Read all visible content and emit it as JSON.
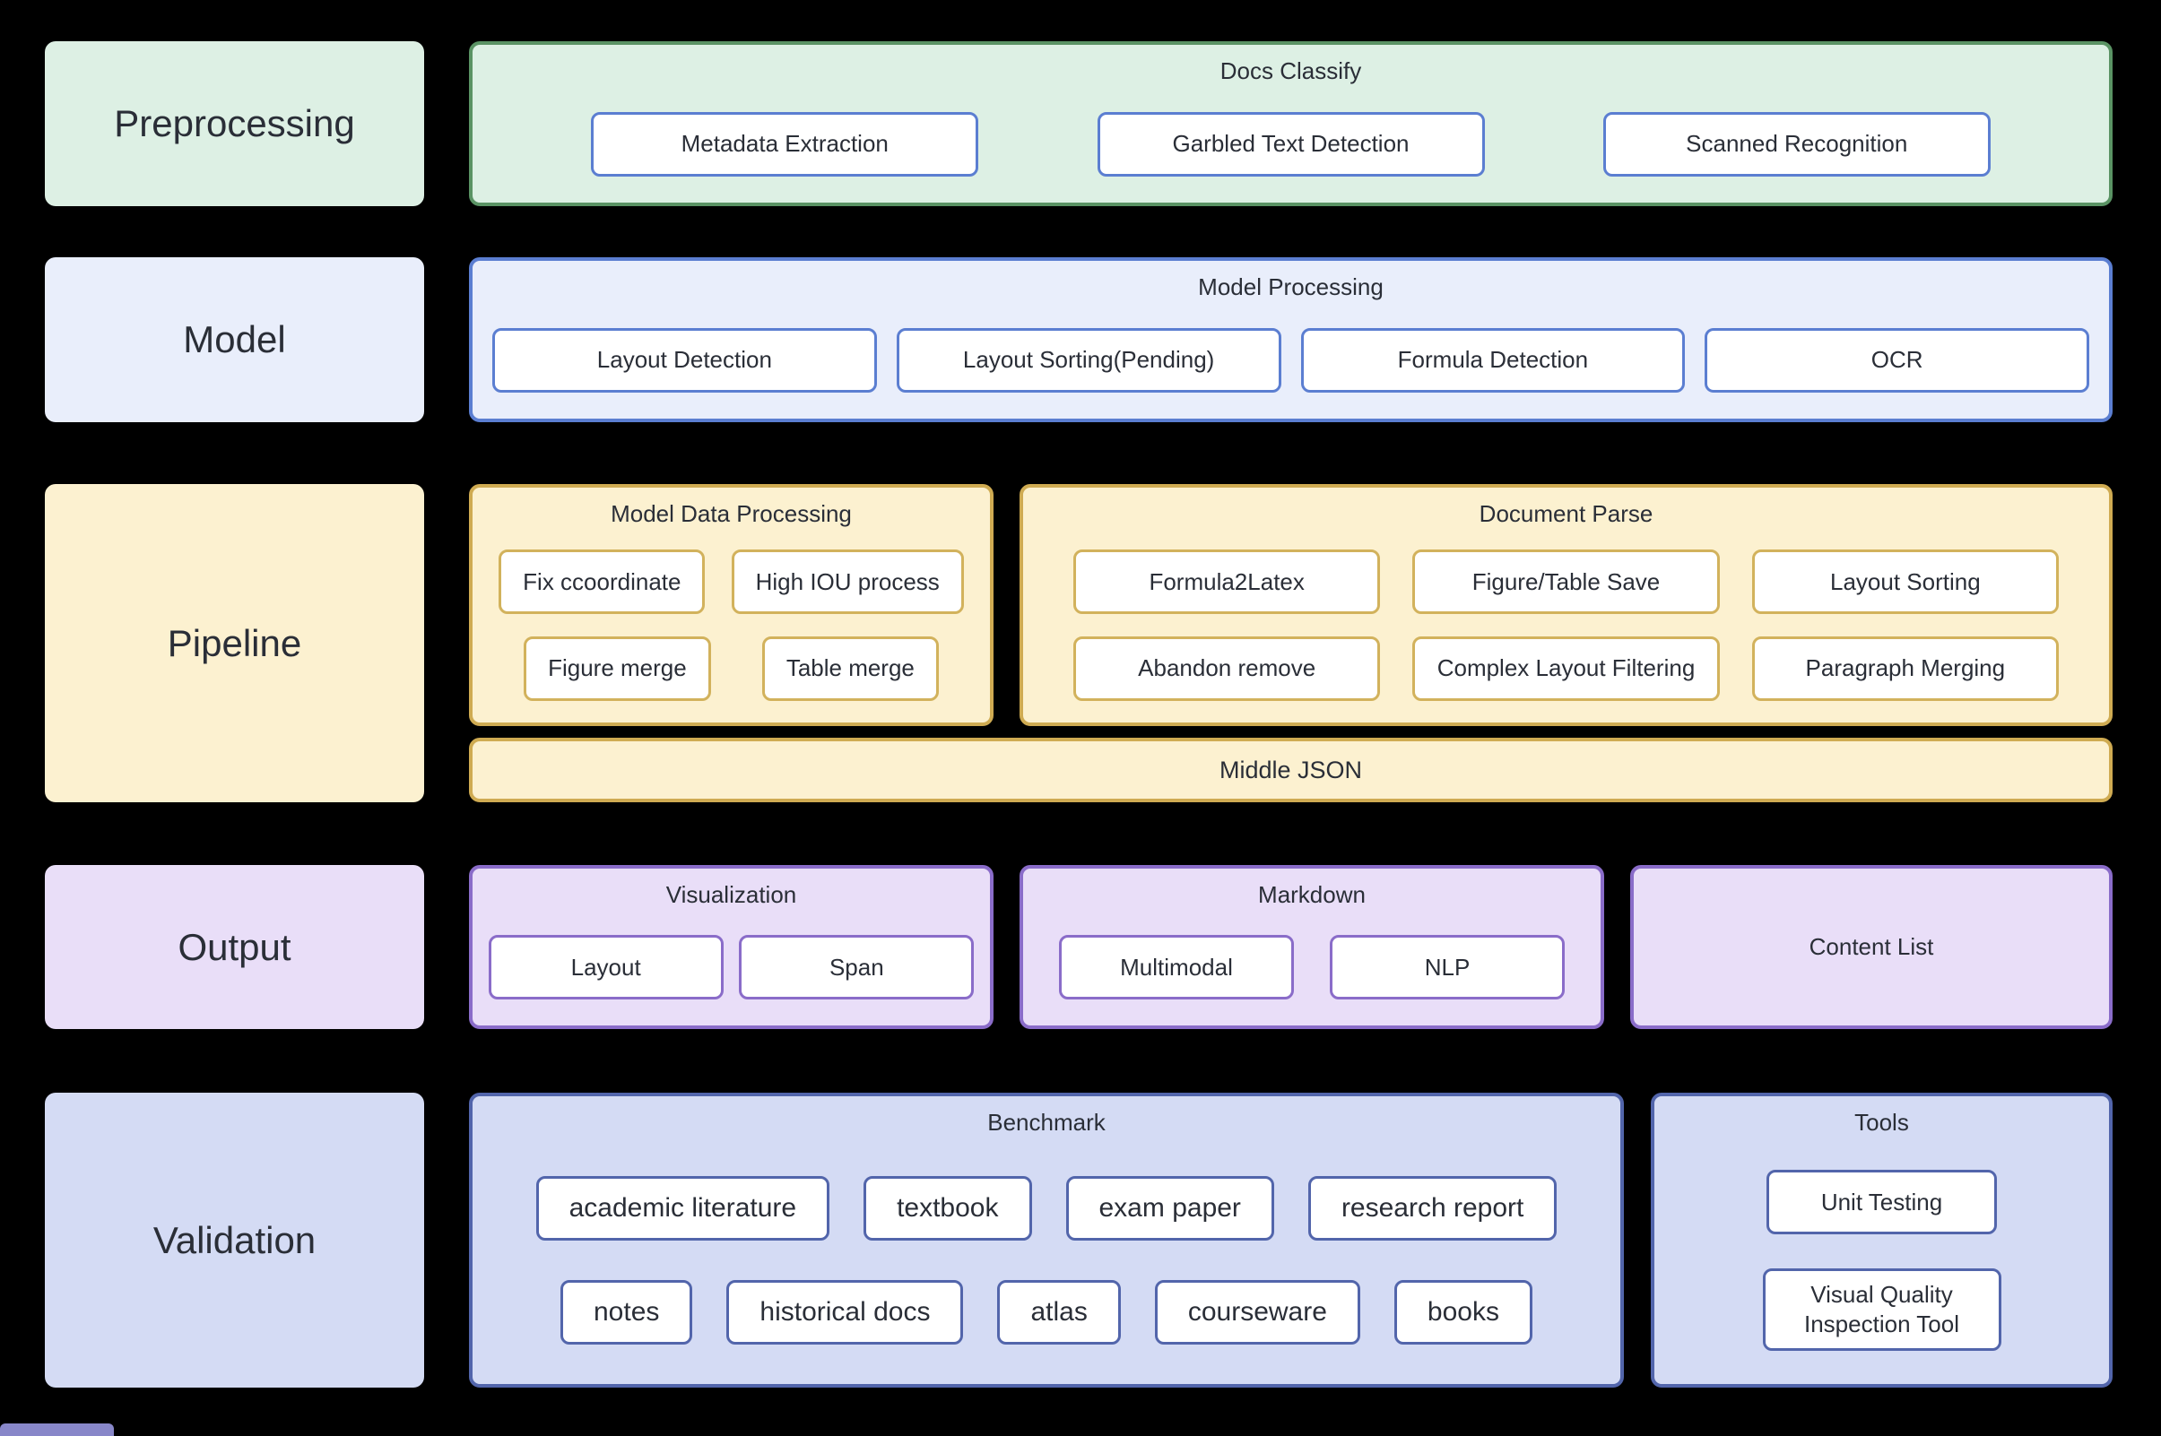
{
  "palette": {
    "canvas_bg": "#000000",
    "text": "#2a2e37",
    "green_fill": "#ddf0e4",
    "green_border": "#5a9364",
    "blue_fill": "#e9eefb",
    "blue_border": "#5b7ed1",
    "item_blue_border": "#5b7ed1",
    "gold_fill": "#fcf1d0",
    "gold_border": "#cfab52",
    "gold_item_border": "#d2b25c",
    "purple_fill": "#e9def8",
    "purple_border": "#8a6cc9",
    "slate_fill": "#d4dbf4",
    "slate_border": "#5265ab",
    "item_bg": "#ffffff",
    "artifact": "#8887c9"
  },
  "stages": {
    "preprocessing": {
      "label": "Preprocessing",
      "group": {
        "title": "Docs Classify",
        "items": [
          "Metadata Extraction",
          "Garbled Text Detection",
          "Scanned Recognition"
        ]
      }
    },
    "model": {
      "label": "Model",
      "group": {
        "title": "Model Processing",
        "items": [
          "Layout Detection",
          "Layout Sorting(Pending)",
          "Formula Detection",
          "OCR"
        ]
      }
    },
    "pipeline": {
      "label": "Pipeline",
      "model_data_processing": {
        "title": "Model Data Processing",
        "rows": [
          [
            "Fix ccoordinate",
            "High IOU process"
          ],
          [
            "Figure merge",
            "Table merge"
          ]
        ]
      },
      "document_parse": {
        "title": "Document Parse",
        "rows": [
          [
            "Formula2Latex",
            "Figure/Table Save",
            "Layout Sorting"
          ],
          [
            "Abandon remove",
            "Complex Layout Filtering",
            "Paragraph Merging"
          ]
        ]
      },
      "bar": "Middle JSON"
    },
    "output": {
      "label": "Output",
      "visualization": {
        "title": "Visualization",
        "items": [
          "Layout",
          "Span"
        ]
      },
      "markdown": {
        "title": "Markdown",
        "items": [
          "Multimodal",
          "NLP"
        ]
      },
      "content_list": {
        "title": "Content List"
      }
    },
    "validation": {
      "label": "Validation",
      "benchmark": {
        "title": "Benchmark",
        "rows": [
          [
            "academic literature",
            "textbook",
            "exam paper",
            "research report"
          ],
          [
            "notes",
            "historical docs",
            "atlas",
            "courseware",
            "books"
          ]
        ]
      },
      "tools": {
        "title": "Tools",
        "items": [
          "Unit Testing",
          "Visual Quality Inspection Tool"
        ]
      }
    }
  }
}
